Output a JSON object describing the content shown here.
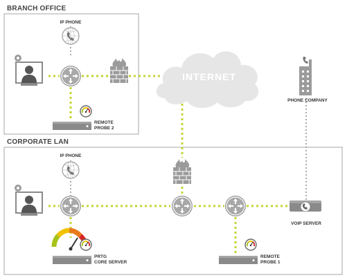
{
  "zones": {
    "branch_office": "BRANCH OFFICE",
    "corporate_lan": "CORPORATE LAN"
  },
  "cloud_label": "INTERNET",
  "labels": {
    "branch_ip_phone": "IP PHONE",
    "corp_ip_phone": "IP PHONE",
    "phone_company": "PHONE COMPANY",
    "remote_probe_2": [
      "REMOTE",
      "PROBE 2"
    ],
    "remote_probe_1": [
      "REMOTE",
      "PROBE 1"
    ],
    "prtg_core_server": [
      "PRTG",
      "CORE SERVER"
    ],
    "voip_server": "VOIP SERVER"
  },
  "colors": {
    "link": "#c3d632",
    "phone_line": "#aaaaaa",
    "device": "#9b9b9b",
    "device_dark": "#666666",
    "zone_border": "#b3b3b3",
    "cloud": "#e6e6e6",
    "gauge_red": "#d62828",
    "gauge_yellow": "#f2c200",
    "gauge_green": "#a6c31a"
  },
  "icons": {
    "router": "router-icon",
    "firewall": "firewall-icon",
    "phone": "ip-phone-icon",
    "workstation": "workstation-icon",
    "building": "building-icon",
    "server": "server-icon",
    "gauge": "gauge-icon",
    "cloud": "cloud-icon"
  }
}
